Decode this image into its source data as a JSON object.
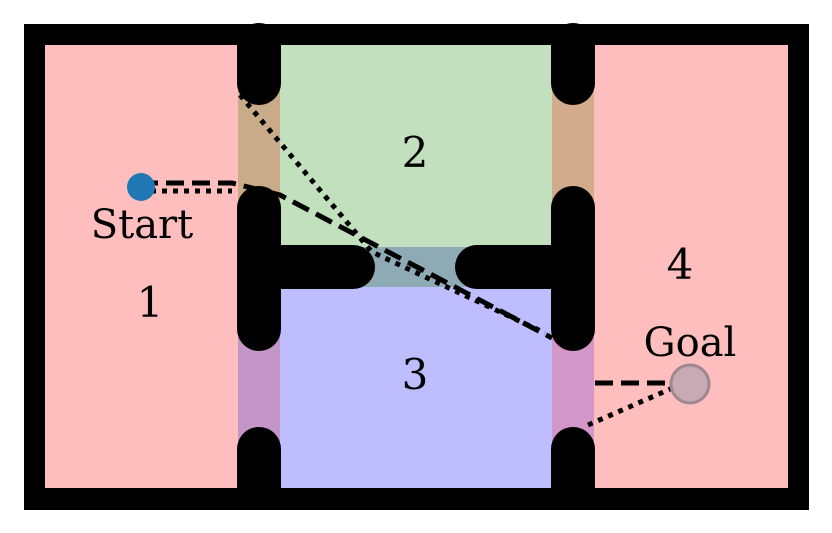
{
  "diagram": {
    "rooms": [
      {
        "id": "room-1",
        "label": "1",
        "color": "#ffbebe"
      },
      {
        "id": "room-2",
        "label": "2",
        "color": "#c2e0be"
      },
      {
        "id": "room-3",
        "label": "3",
        "color": "#bebeff"
      },
      {
        "id": "room-4",
        "label": "4",
        "color": "#ffbebe"
      }
    ],
    "start": {
      "label": "Start",
      "color": "#1f77b4"
    },
    "goal": {
      "label": "Goal",
      "color": "#c8aab4"
    },
    "wall_color": "#000000",
    "path_styles": [
      "dotted",
      "dashed"
    ]
  }
}
